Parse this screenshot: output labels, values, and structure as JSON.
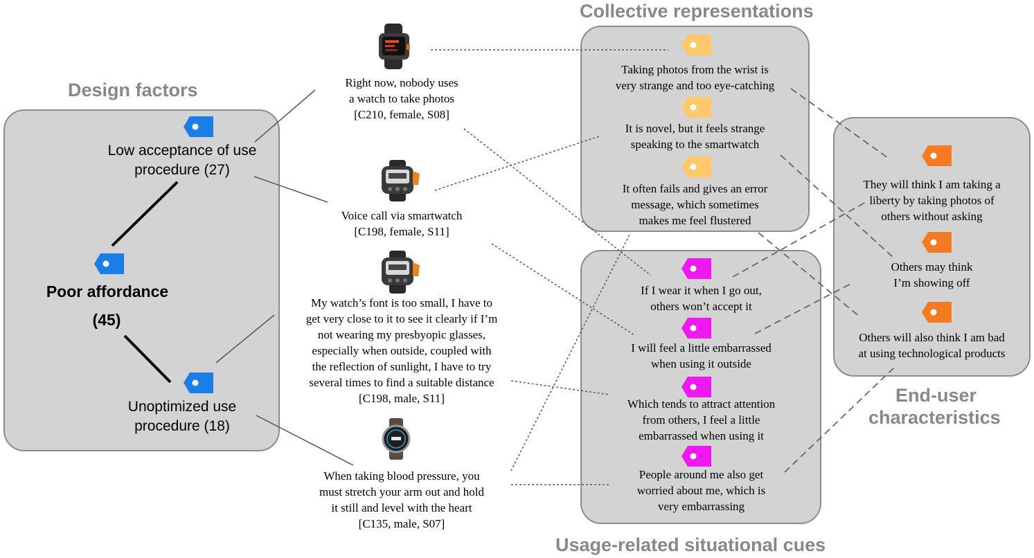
{
  "colors": {
    "panel": "#d3d3d3",
    "heading": "#888888",
    "design_tag": "#1a7de8",
    "collective_tag": "#ffc86a",
    "situational_tag": "#f018f0",
    "enduser_tag": "#f57a22"
  },
  "headings": {
    "design_factors": "Design factors",
    "collective": "Collective representations",
    "situational": "Usage-related situational cues",
    "enduser_line1": "End-user",
    "enduser_line2": "characteristics"
  },
  "design": {
    "factor1": "Low acceptance of use\nprocedure (27)",
    "center_line1": "Poor affordance",
    "center_line2": "(45)",
    "factor2": "Unoptimized use\nprocedure  (18)"
  },
  "quotes": [
    {
      "text": "Right now, nobody uses\na watch to take photos\n[C210, female, S08]",
      "icon": "smartwatch-camera-icon"
    },
    {
      "text": "Voice call via smartwatch\n[C198, female, S11]",
      "icon": "smartwatch-voice-icon"
    },
    {
      "text": "My watch’s font is too small, I have to\nget very close to it to see it clearly if I’m\nnot wearing my presbyopic glasses,\nespecially when outside, coupled with\nthe reflection of sunlight, I have to try\nseveral times to find a suitable distance\n[C198, male, S11]",
      "icon": "smartwatch-screen-icon"
    },
    {
      "text": "When taking blood pressure, you\nmust stretch your arm out and hold\nit still and level with the heart\n[C135, male, S07]",
      "icon": "smartwatch-round-icon"
    }
  ],
  "collective": [
    "Taking photos from the wrist is\nvery strange and too eye-catching",
    "It is novel, but it feels strange\nspeaking to the smartwatch",
    "It often fails and gives an error\nmessage, which sometimes\nmakes me feel flustered"
  ],
  "situational": [
    "If I wear it when I go out,\nothers won’t accept it",
    "I will feel a little embarrassed\nwhen using it outside",
    "Which tends to attract attention\nfrom others, I feel a little\nembarrassed when using it",
    "People around me also get\nworried about me, which is\nvery embarrassing"
  ],
  "enduser": [
    "They will think I am taking a\nliberty by taking photos of\nothers without asking",
    "Others may think\nI’m showing off",
    "Others will also think I am bad\nat using technological products"
  ]
}
